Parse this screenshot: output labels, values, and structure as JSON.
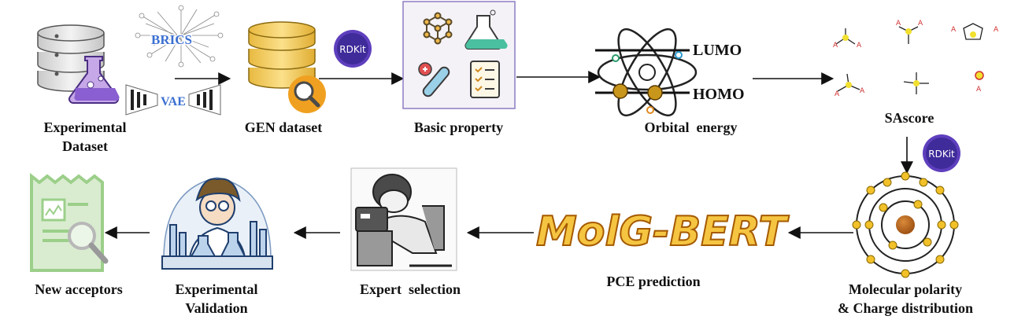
{
  "stages": {
    "experimental_dataset": "Experimental\nDataset",
    "gen_dataset": "GEN dataset",
    "basic_property": "Basic property",
    "orbital_energy": "Orbital  energy",
    "sascore": "SAscore",
    "molecular_polarity": "Molecular polarity\n& Charge distribution",
    "pce_prediction": "PCE prediction",
    "expert_selection": "Expert  selection",
    "experimental_validation": "Experimental\nValidation",
    "new_acceptors": "New acceptors"
  },
  "generators": {
    "brics": "BRICS",
    "vae": "VAE"
  },
  "orbitals": {
    "lumo": "LUMO",
    "homo": "HOMO"
  },
  "rdkit": "RDKit",
  "model_name": "MolG-BERT",
  "atom_label": "A",
  "colors": {
    "db_yellow": "#f3cf5c",
    "db_gray": "#d9d9d9",
    "rdkit_purple": "#5e3fbd",
    "wordart_fill": "#f5c542",
    "wordart_stroke": "#a55a00",
    "receipt_green": "#9ccf8a",
    "orbital_gold": "#d9a520"
  }
}
